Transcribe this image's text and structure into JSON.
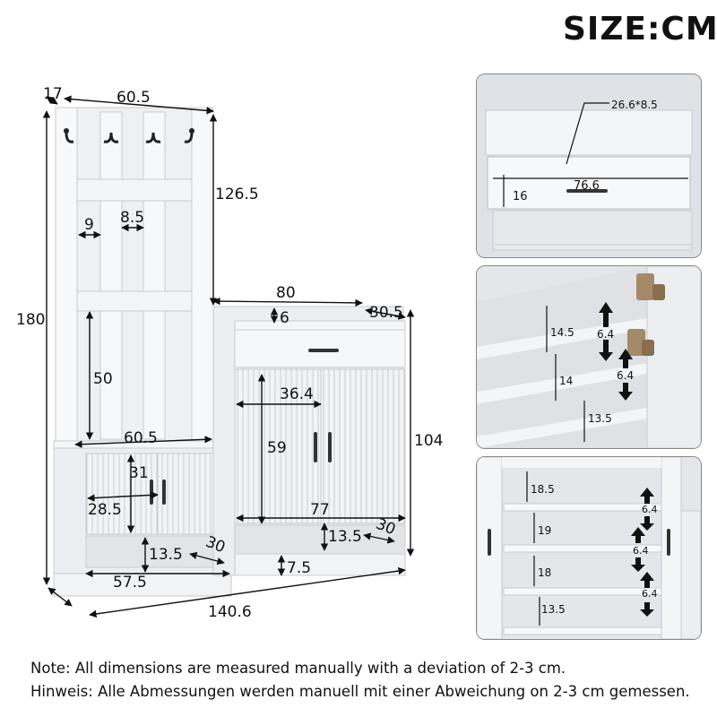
{
  "title": "SIZE:CM",
  "main_dimensions": {
    "depth_hall_tree": "17",
    "width_top": "60.5",
    "height_upper": "126.5",
    "total_height": "180",
    "slat_gap": "9",
    "slat_width": "8.5",
    "hook_gap_height": "50",
    "bench_width": "60.5",
    "cabinet_width": "80",
    "top_rail": "6",
    "cabinet_depth": "30.5",
    "door_width": "36.4",
    "door_height": "59",
    "cabinet_height": "104",
    "left_door_height": "31",
    "left_door_width": "28.5",
    "left_shelf_height": "13.5",
    "left_shelf_depth": "30",
    "left_bottom_width": "57.5",
    "inner_width": "77",
    "right_shelf_height": "13.5",
    "right_shelf_depth": "30",
    "base_height": "7.5",
    "total_width": "140.6"
  },
  "detail_top": {
    "drawer_inner": "26.6*8.5",
    "drawer_width": "76.6",
    "drawer_height": "16"
  },
  "detail_middle": {
    "shelf1": "14.5",
    "adjust1": "6.4",
    "shelf2": "14",
    "adjust2": "6.4",
    "shelf3": "13.5"
  },
  "detail_bottom": {
    "shelf1": "18.5",
    "adjust1": "6.4",
    "shelf2": "19",
    "adjust2": "6.4",
    "shelf3": "18",
    "adjust3": "6.4",
    "shelf4": "13.5"
  },
  "notes": {
    "en": "Note: All dimensions are measured manually with a deviation of 2-3 cm.",
    "de": "Hinweis: Alle Abmessungen werden manuell mit einer Abweichung on 2-3 cm gemessen."
  }
}
